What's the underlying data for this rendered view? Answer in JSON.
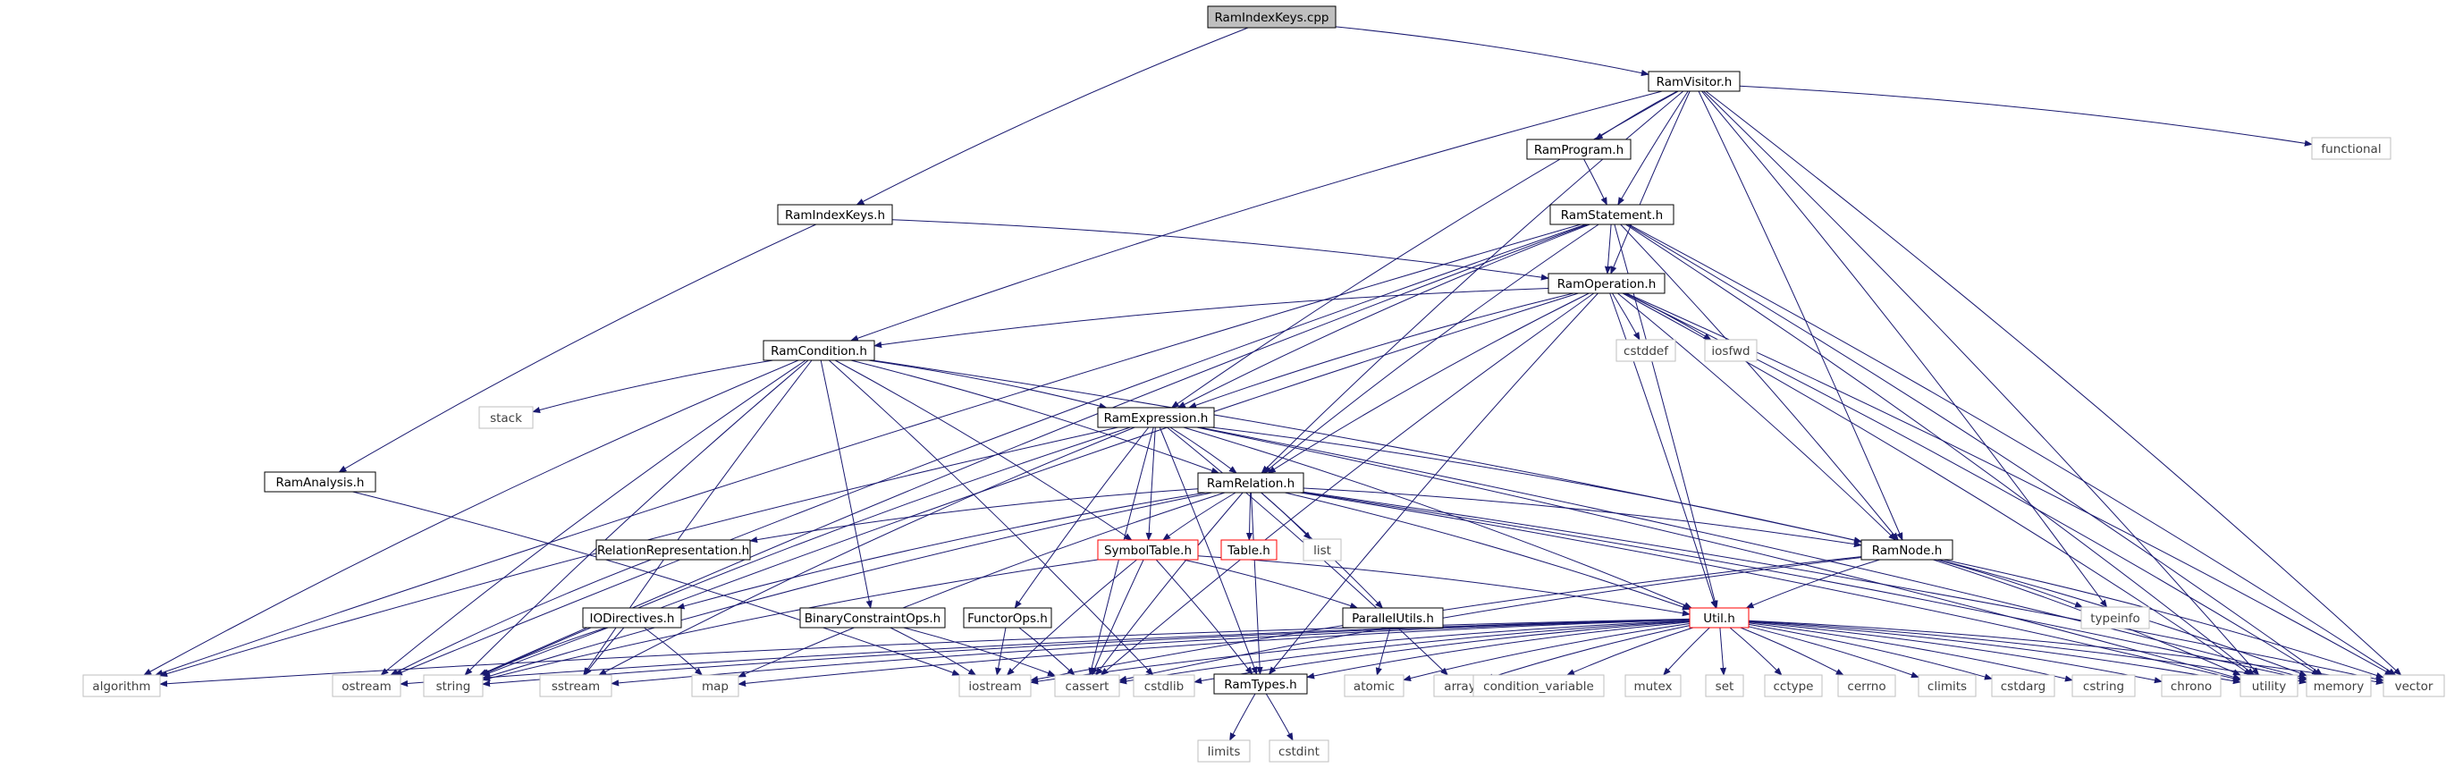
{
  "diagram": {
    "nodes": [
      {
        "id": "ramindexkeys_cpp",
        "label": "RamIndexKeys.cpp",
        "kind": "root"
      },
      {
        "id": "ramvisitor",
        "label": "RamVisitor.h",
        "kind": "doc"
      },
      {
        "id": "ramprogram",
        "label": "RamProgram.h",
        "kind": "doc"
      },
      {
        "id": "ramstatement",
        "label": "RamStatement.h",
        "kind": "doc"
      },
      {
        "id": "ramindexkeys_h",
        "label": "RamIndexKeys.h",
        "kind": "doc"
      },
      {
        "id": "ramoperation",
        "label": "RamOperation.h",
        "kind": "doc"
      },
      {
        "id": "ramcondition",
        "label": "RamCondition.h",
        "kind": "doc"
      },
      {
        "id": "ramexpression",
        "label": "RamExpression.h",
        "kind": "doc"
      },
      {
        "id": "ramrelation",
        "label": "RamRelation.h",
        "kind": "doc"
      },
      {
        "id": "ramanalysis",
        "label": "RamAnalysis.h",
        "kind": "doc"
      },
      {
        "id": "relrep",
        "label": "RelationRepresentation.h",
        "kind": "doc"
      },
      {
        "id": "symboltable",
        "label": "SymbolTable.h",
        "kind": "red"
      },
      {
        "id": "table",
        "label": "Table.h",
        "kind": "red"
      },
      {
        "id": "ramnode",
        "label": "RamNode.h",
        "kind": "doc"
      },
      {
        "id": "util",
        "label": "Util.h",
        "kind": "red"
      },
      {
        "id": "iodirectives",
        "label": "IODirectives.h",
        "kind": "doc"
      },
      {
        "id": "binconstraint",
        "label": "BinaryConstraintOps.h",
        "kind": "doc"
      },
      {
        "id": "functorops",
        "label": "FunctorOps.h",
        "kind": "doc"
      },
      {
        "id": "parallelutils",
        "label": "ParallelUtils.h",
        "kind": "doc"
      },
      {
        "id": "ramtypes",
        "label": "RamTypes.h",
        "kind": "doc"
      },
      {
        "id": "functional",
        "label": "functional",
        "kind": "sys"
      },
      {
        "id": "cstddef",
        "label": "cstddef",
        "kind": "sys"
      },
      {
        "id": "iosfwd",
        "label": "iosfwd",
        "kind": "sys"
      },
      {
        "id": "stack",
        "label": "stack",
        "kind": "sys"
      },
      {
        "id": "list",
        "label": "list",
        "kind": "sys"
      },
      {
        "id": "typeinfo",
        "label": "typeinfo",
        "kind": "sys"
      },
      {
        "id": "algorithm",
        "label": "algorithm",
        "kind": "sys"
      },
      {
        "id": "ostream",
        "label": "ostream",
        "kind": "sys"
      },
      {
        "id": "string",
        "label": "string",
        "kind": "sys"
      },
      {
        "id": "sstream",
        "label": "sstream",
        "kind": "sys"
      },
      {
        "id": "map",
        "label": "map",
        "kind": "sys"
      },
      {
        "id": "iostream",
        "label": "iostream",
        "kind": "sys"
      },
      {
        "id": "cassert",
        "label": "cassert",
        "kind": "sys"
      },
      {
        "id": "cstdlib",
        "label": "cstdlib",
        "kind": "sys"
      },
      {
        "id": "atomic",
        "label": "atomic",
        "kind": "sys"
      },
      {
        "id": "array",
        "label": "array",
        "kind": "sys"
      },
      {
        "id": "condvar",
        "label": "condition_variable",
        "kind": "sys"
      },
      {
        "id": "mutex",
        "label": "mutex",
        "kind": "sys"
      },
      {
        "id": "set",
        "label": "set",
        "kind": "sys"
      },
      {
        "id": "cctype",
        "label": "cctype",
        "kind": "sys"
      },
      {
        "id": "cerrno",
        "label": "cerrno",
        "kind": "sys"
      },
      {
        "id": "climits",
        "label": "climits",
        "kind": "sys"
      },
      {
        "id": "cstdarg",
        "label": "cstdarg",
        "kind": "sys"
      },
      {
        "id": "cstring",
        "label": "cstring",
        "kind": "sys"
      },
      {
        "id": "chrono",
        "label": "chrono",
        "kind": "sys"
      },
      {
        "id": "utility",
        "label": "utility",
        "kind": "sys"
      },
      {
        "id": "memory",
        "label": "memory",
        "kind": "sys"
      },
      {
        "id": "vector",
        "label": "vector",
        "kind": "sys"
      },
      {
        "id": "limits",
        "label": "limits",
        "kind": "sys"
      },
      {
        "id": "cstdint",
        "label": "cstdint",
        "kind": "sys"
      }
    ],
    "edges": [
      [
        "ramindexkeys_cpp",
        "ramvisitor"
      ],
      [
        "ramindexkeys_cpp",
        "ramindexkeys_h"
      ],
      [
        "ramvisitor",
        "ramprogram"
      ],
      [
        "ramvisitor",
        "ramstatement"
      ],
      [
        "ramvisitor",
        "ramoperation"
      ],
      [
        "ramvisitor",
        "ramcondition"
      ],
      [
        "ramvisitor",
        "ramexpression"
      ],
      [
        "ramvisitor",
        "ramrelation"
      ],
      [
        "ramvisitor",
        "ramnode"
      ],
      [
        "ramvisitor",
        "functional"
      ],
      [
        "ramvisitor",
        "typeinfo"
      ],
      [
        "ramvisitor",
        "utility"
      ],
      [
        "ramvisitor",
        "vector"
      ],
      [
        "ramprogram",
        "ramstatement"
      ],
      [
        "ramstatement",
        "ramoperation"
      ],
      [
        "ramstatement",
        "ramexpression"
      ],
      [
        "ramstatement",
        "ramrelation"
      ],
      [
        "ramstatement",
        "ramnode"
      ],
      [
        "ramstatement",
        "util"
      ],
      [
        "ramstatement",
        "algorithm"
      ],
      [
        "ramstatement",
        "ostream"
      ],
      [
        "ramstatement",
        "string"
      ],
      [
        "ramstatement",
        "memory"
      ],
      [
        "ramstatement",
        "vector"
      ],
      [
        "ramstatement",
        "utility"
      ],
      [
        "ramindexkeys_h",
        "ramoperation"
      ],
      [
        "ramindexkeys_h",
        "ramanalysis"
      ],
      [
        "ramoperation",
        "ramcondition"
      ],
      [
        "ramoperation",
        "ramexpression"
      ],
      [
        "ramoperation",
        "ramrelation"
      ],
      [
        "ramoperation",
        "ramnode"
      ],
      [
        "ramoperation",
        "util"
      ],
      [
        "ramoperation",
        "ramtypes"
      ],
      [
        "ramoperation",
        "cstddef"
      ],
      [
        "ramoperation",
        "iosfwd"
      ],
      [
        "ramoperation",
        "cassert"
      ],
      [
        "ramoperation",
        "memory"
      ],
      [
        "ramoperation",
        "vector"
      ],
      [
        "ramoperation",
        "utility"
      ],
      [
        "ramoperation",
        "string"
      ],
      [
        "ramcondition",
        "ramexpression"
      ],
      [
        "ramcondition",
        "ramrelation"
      ],
      [
        "ramcondition",
        "ramnode"
      ],
      [
        "ramcondition",
        "symboltable"
      ],
      [
        "ramcondition",
        "binconstraint"
      ],
      [
        "ramcondition",
        "stack"
      ],
      [
        "ramcondition",
        "algorithm"
      ],
      [
        "ramcondition",
        "ostream"
      ],
      [
        "ramcondition",
        "string"
      ],
      [
        "ramcondition",
        "sstream"
      ],
      [
        "ramcondition",
        "cstdlib"
      ],
      [
        "ramexpression",
        "ramrelation"
      ],
      [
        "ramexpression",
        "ramnode"
      ],
      [
        "ramexpression",
        "symboltable"
      ],
      [
        "ramexpression",
        "functorops"
      ],
      [
        "ramexpression",
        "util"
      ],
      [
        "ramexpression",
        "ramtypes"
      ],
      [
        "ramexpression",
        "algorithm"
      ],
      [
        "ramexpression",
        "string"
      ],
      [
        "ramexpression",
        "sstream"
      ],
      [
        "ramexpression",
        "array"
      ],
      [
        "ramexpression",
        "memory"
      ],
      [
        "ramexpression",
        "utility"
      ],
      [
        "ramexpression",
        "cassert"
      ],
      [
        "ramrelation",
        "relrep"
      ],
      [
        "ramrelation",
        "symboltable"
      ],
      [
        "ramrelation",
        "table"
      ],
      [
        "ramrelation",
        "list"
      ],
      [
        "ramrelation",
        "ramnode"
      ],
      [
        "ramrelation",
        "util"
      ],
      [
        "ramrelation",
        "iodirectives"
      ],
      [
        "ramrelation",
        "parallelutils"
      ],
      [
        "ramrelation",
        "ramtypes"
      ],
      [
        "ramrelation",
        "string"
      ],
      [
        "ramrelation",
        "map"
      ],
      [
        "ramrelation",
        "cassert"
      ],
      [
        "ramrelation",
        "memory"
      ],
      [
        "ramrelation",
        "vector"
      ],
      [
        "ramrelation",
        "utility"
      ],
      [
        "ramanalysis",
        "iostream"
      ],
      [
        "relrep",
        "ostream"
      ],
      [
        "symboltable",
        "parallelutils"
      ],
      [
        "symboltable",
        "ramtypes"
      ],
      [
        "symboltable",
        "util"
      ],
      [
        "symboltable",
        "iostream"
      ],
      [
        "symboltable",
        "string"
      ],
      [
        "symboltable",
        "cassert"
      ],
      [
        "ramnode",
        "util"
      ],
      [
        "ramnode",
        "typeinfo"
      ],
      [
        "ramnode",
        "cassert"
      ],
      [
        "ramnode",
        "memory"
      ],
      [
        "ramnode",
        "vector"
      ],
      [
        "ramnode",
        "utility"
      ],
      [
        "ramnode",
        "iostream"
      ],
      [
        "iodirectives",
        "map"
      ],
      [
        "iodirectives",
        "sstream"
      ],
      [
        "iodirectives",
        "string"
      ],
      [
        "binconstraint",
        "iostream"
      ],
      [
        "binconstraint",
        "cassert"
      ],
      [
        "functorops",
        "cassert"
      ],
      [
        "functorops",
        "iostream"
      ],
      [
        "parallelutils",
        "atomic"
      ],
      [
        "util",
        "algorithm"
      ],
      [
        "util",
        "ostream"
      ],
      [
        "util",
        "string"
      ],
      [
        "util",
        "sstream"
      ],
      [
        "util",
        "map"
      ],
      [
        "util",
        "iostream"
      ],
      [
        "util",
        "cassert"
      ],
      [
        "util",
        "cstdlib"
      ],
      [
        "util",
        "ramtypes"
      ],
      [
        "util",
        "atomic"
      ],
      [
        "util",
        "array"
      ],
      [
        "util",
        "condvar"
      ],
      [
        "util",
        "mutex"
      ],
      [
        "util",
        "set"
      ],
      [
        "util",
        "cctype"
      ],
      [
        "util",
        "cerrno"
      ],
      [
        "util",
        "climits"
      ],
      [
        "util",
        "cstdarg"
      ],
      [
        "util",
        "cstring"
      ],
      [
        "util",
        "chrono"
      ],
      [
        "util",
        "utility"
      ],
      [
        "util",
        "memory"
      ],
      [
        "util",
        "vector"
      ],
      [
        "ramtypes",
        "limits"
      ],
      [
        "ramtypes",
        "cstdint"
      ]
    ]
  },
  "colors": {
    "edge": "#191970",
    "doc_border": "#000000",
    "red_border": "#ff0000",
    "sys_border": "#bfbfbf",
    "root_fill": "#bfbfbf",
    "sys_text": "#404040"
  }
}
